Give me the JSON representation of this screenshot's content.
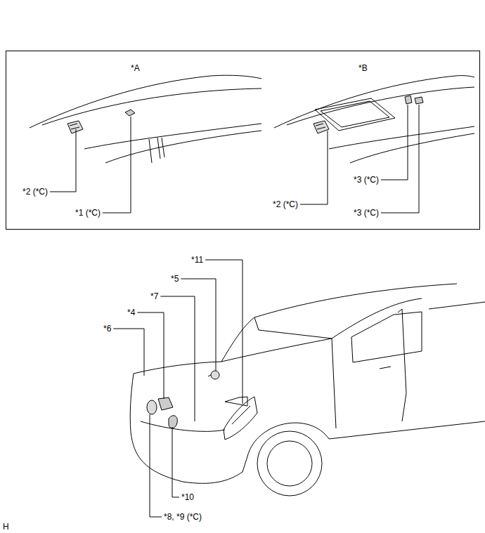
{
  "diagram": {
    "labels": [
      "*A",
      "*B",
      "*2 (*C)",
      "*1 (*C)",
      "*3 (*C)",
      "*2 (*C)",
      "*3 (*C)",
      "*11",
      "*5",
      "*7",
      "*4",
      "*6",
      "*10",
      "*8, *9 (*C)",
      "H"
    ]
  }
}
